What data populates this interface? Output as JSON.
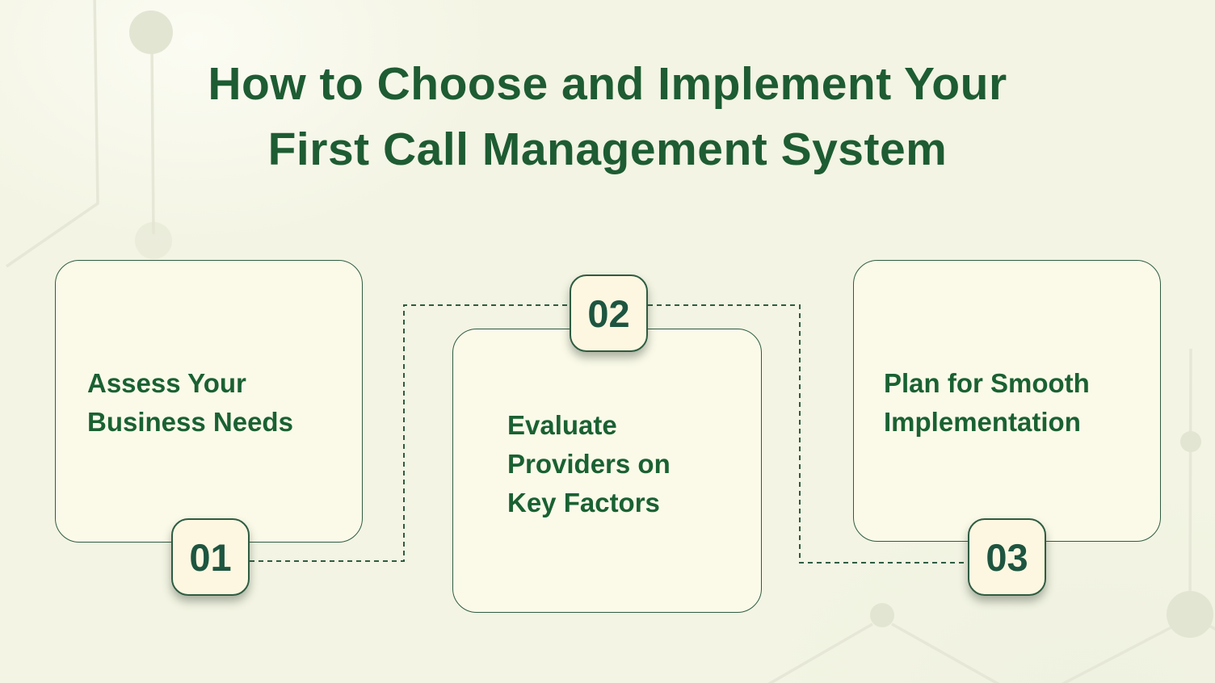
{
  "title": {
    "line1": "How to Choose and Implement Your",
    "line2": "First Call Management System"
  },
  "steps": [
    {
      "number": "01",
      "lines": [
        "Assess Your",
        "Business Needs"
      ]
    },
    {
      "number": "02",
      "lines": [
        "Evaluate",
        "Providers on",
        "Key Factors"
      ]
    },
    {
      "number": "03",
      "lines": [
        "Plan for Smooth",
        "Implementation"
      ]
    }
  ],
  "colors": {
    "background": "#f3f4e3",
    "card_fill": "#fbfae9",
    "badge_fill": "#fdf7e1",
    "border_green": "#2e5c41",
    "title_green": "#1e5c33",
    "text_green": "#1a6132",
    "number_green": "#1d5540",
    "connector_green": "#2e5c41",
    "decoration_gray": "#e6e7d6"
  }
}
